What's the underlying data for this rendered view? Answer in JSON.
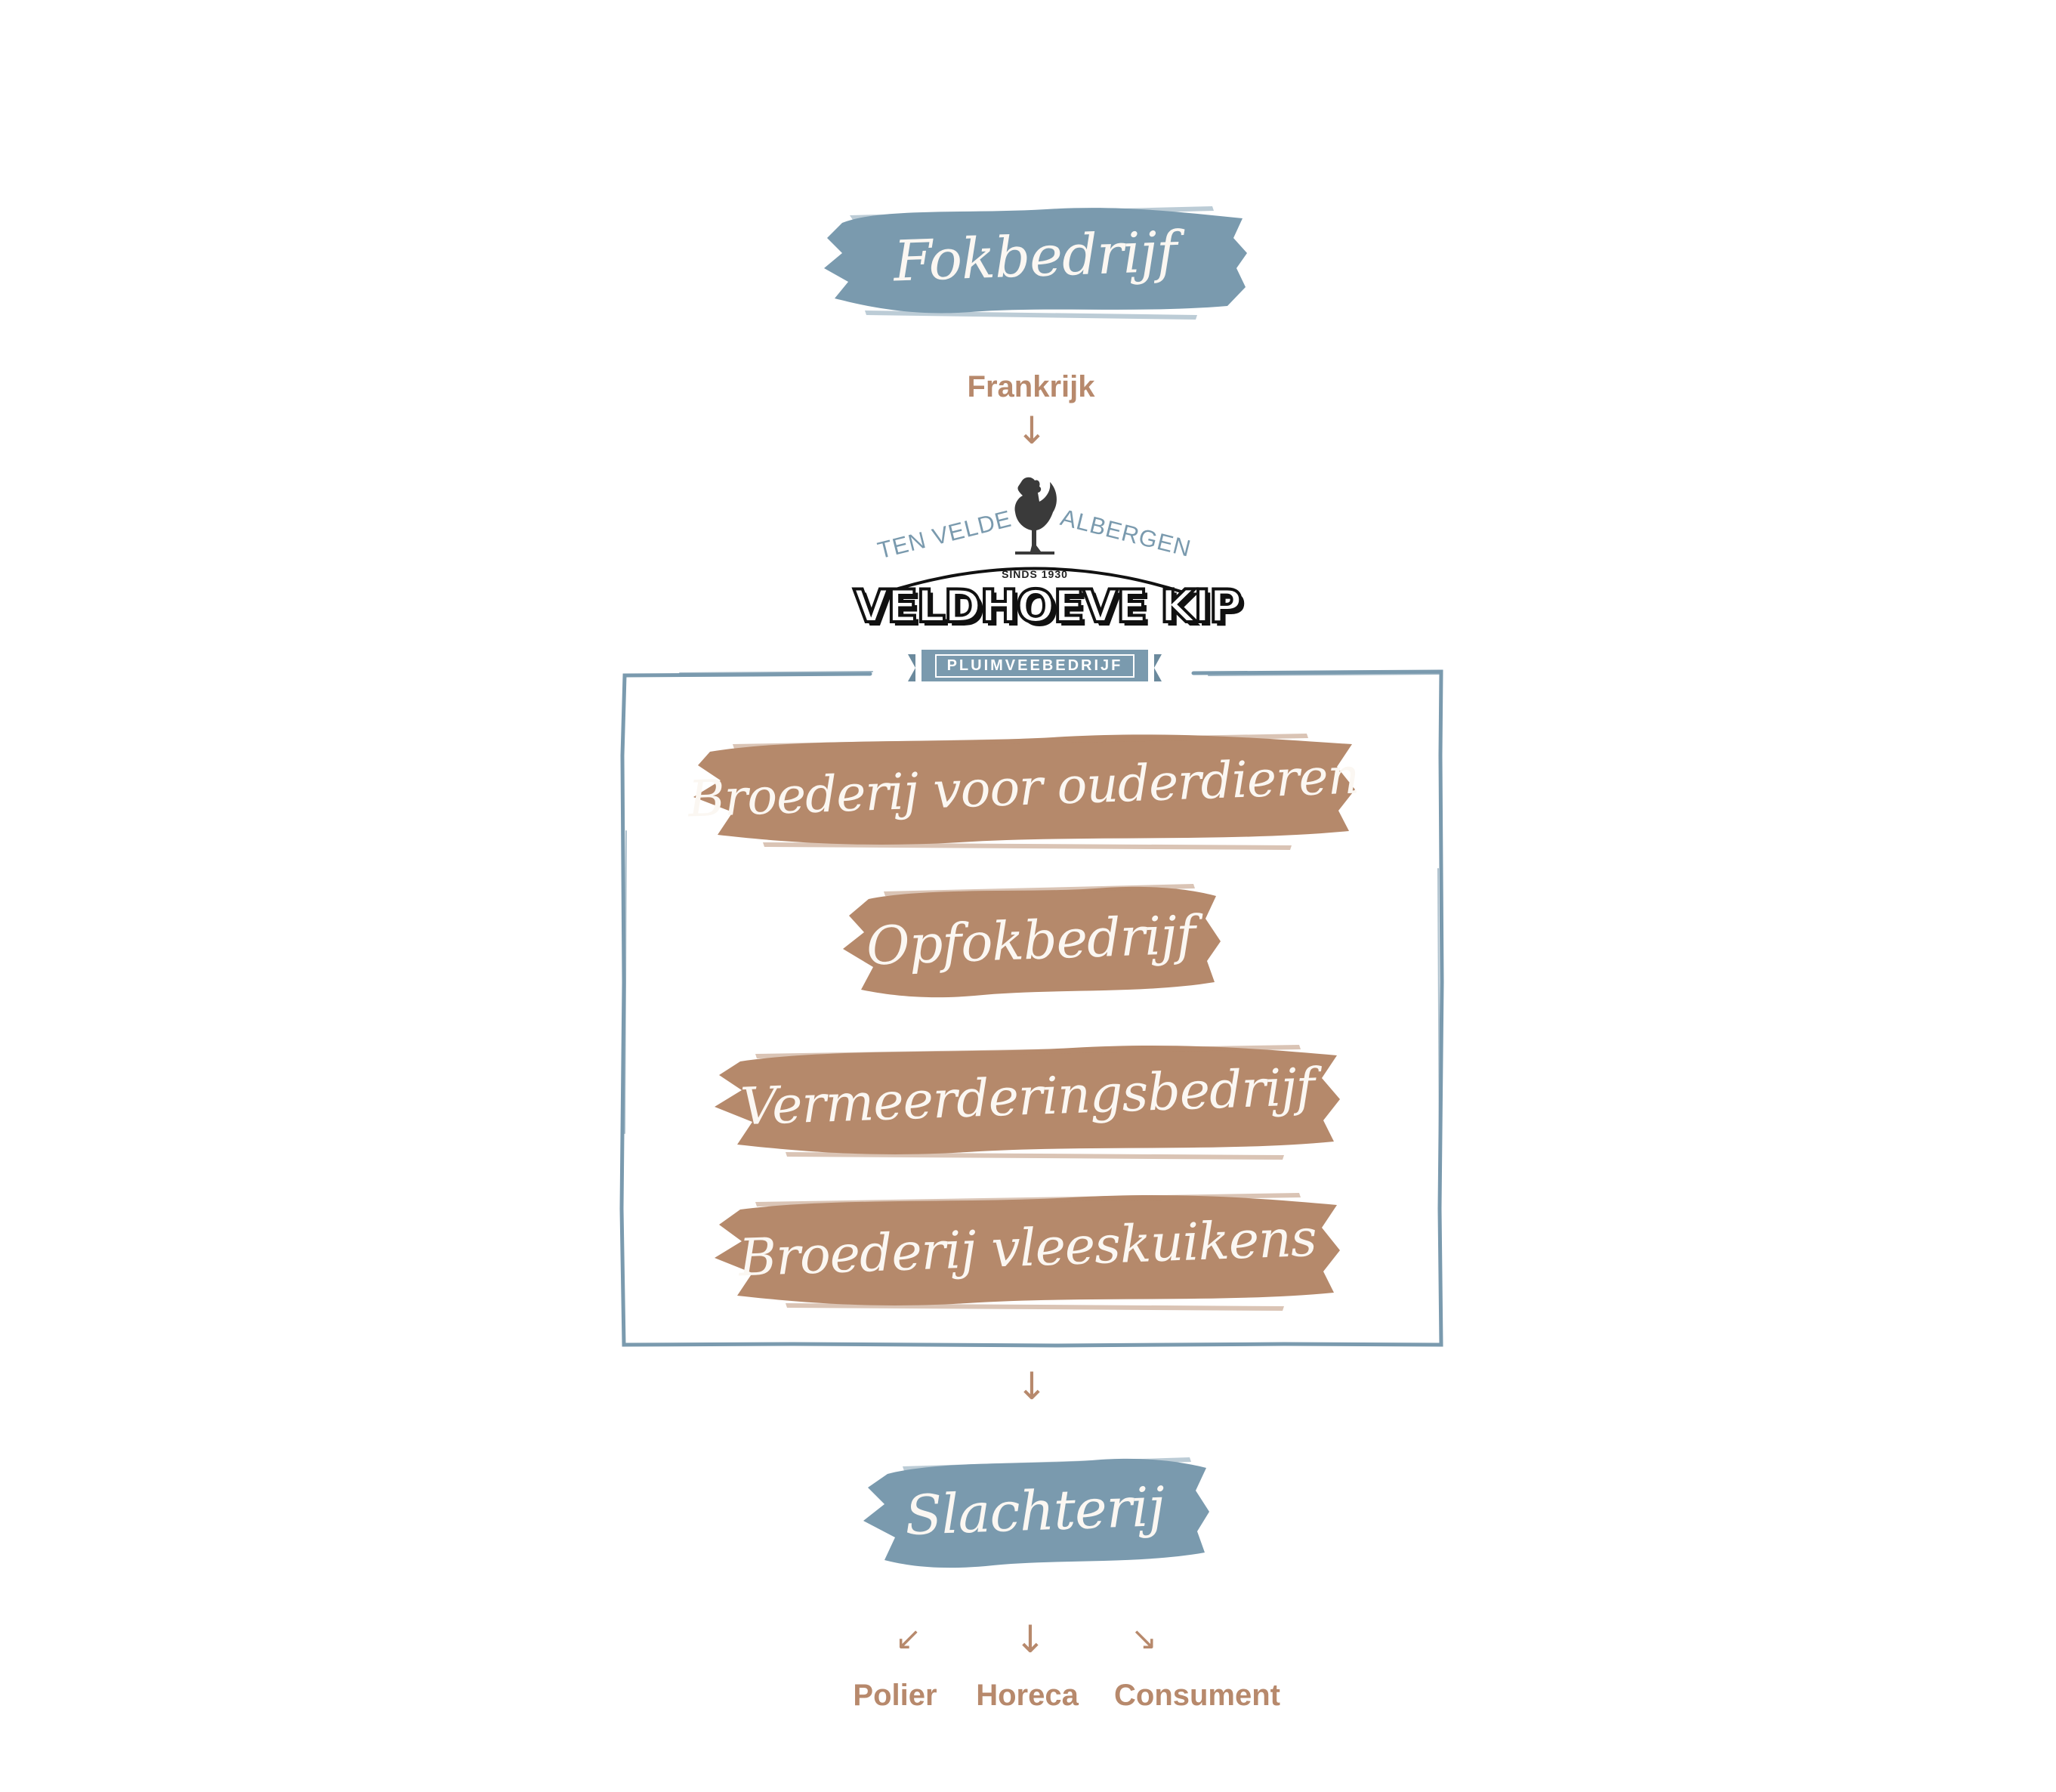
{
  "colors": {
    "blue": "#7a9aae",
    "tan": "#b5896b",
    "label_text": "#fbf7f2",
    "tan_text": "#b7896c"
  },
  "top_stage": {
    "label": "Fokbedrijf",
    "color": "blue"
  },
  "origin": {
    "label": "Frankrijk"
  },
  "logo": {
    "arc_left": "TEN VELDE",
    "arc_right": "ALBERGEN",
    "since": "SINDS 1930",
    "brand": "VELDHOEVE KIP",
    "ribbon": "PLUIMVEEBEDRIJF",
    "icon": "rooster-icon"
  },
  "farm_stages": [
    {
      "label": "Broederij voor ouderdieren"
    },
    {
      "label": "Opfokbedrijf"
    },
    {
      "label": "Vermeerderingsbedrijf"
    },
    {
      "label": "Broederij vleeskuikens"
    }
  ],
  "bottom_stage": {
    "label": "Slachterij",
    "color": "blue"
  },
  "arrows": {
    "down": "↓",
    "down_left": "↙",
    "down_right": "↘"
  },
  "outlets": [
    {
      "label": "Polier"
    },
    {
      "label": "Horeca"
    },
    {
      "label": "Consument"
    }
  ]
}
